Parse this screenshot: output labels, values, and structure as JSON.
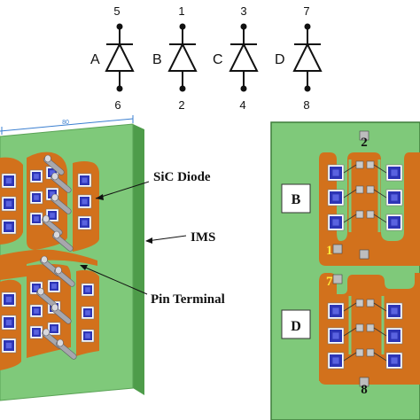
{
  "schematic": {
    "diodes": [
      {
        "letter": "A",
        "top_pin": "5",
        "bottom_pin": "6"
      },
      {
        "letter": "B",
        "top_pin": "1",
        "bottom_pin": "2"
      },
      {
        "letter": "C",
        "top_pin": "3",
        "bottom_pin": "4"
      },
      {
        "letter": "D",
        "top_pin": "7",
        "bottom_pin": "8"
      }
    ]
  },
  "callouts": {
    "sic_diode": "SiC Diode",
    "ims": "IMS",
    "pin_terminal": "Pin Terminal"
  },
  "model_3d": {
    "dimension_text": "80"
  },
  "layout": {
    "label_b": "B",
    "label_d": "D",
    "pin_top": "2",
    "pin_bottom": "8",
    "pin_1": "1",
    "pin_7": "7"
  },
  "colors": {
    "ims_green": "#7fc97a",
    "copper": "#d2711c",
    "diode_blue": "#2d35b5",
    "label_box": "#ffffff",
    "pin_red": "#e02020",
    "pin_yellow": "#f0e020",
    "dim_blue": "#3a7fd0"
  }
}
